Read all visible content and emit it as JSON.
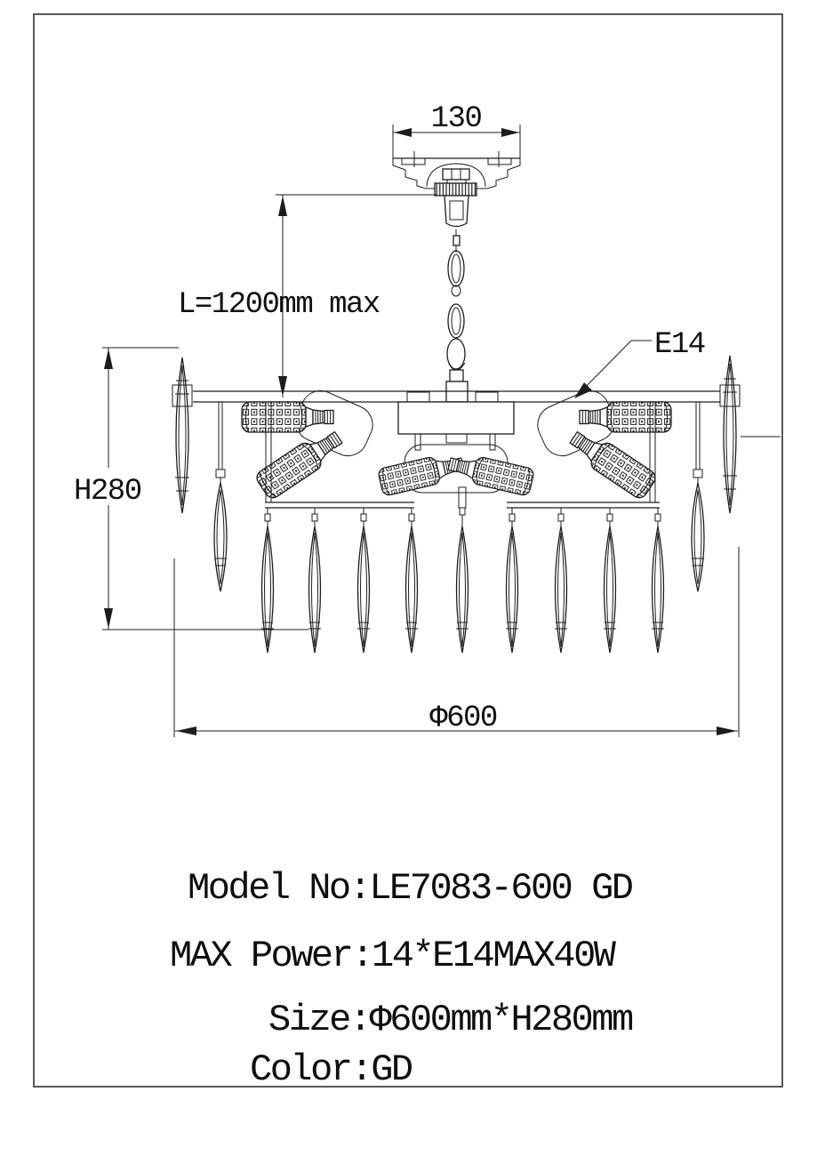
{
  "labels": {
    "dim_width_top": "130",
    "dim_length": "L=1200mm max",
    "socket": "E14",
    "dim_height": "H280",
    "dim_diameter": "Φ600"
  },
  "specs": {
    "model_no": "Model No:LE7083-600 GD",
    "max_power": "MAX Power:14*E14MAX40W",
    "size": "Size:Φ600mm*H280mm",
    "color": "Color:GD"
  },
  "colors": {
    "line": "#1d1d1d",
    "border": "#454545",
    "background": "#ffffff"
  }
}
